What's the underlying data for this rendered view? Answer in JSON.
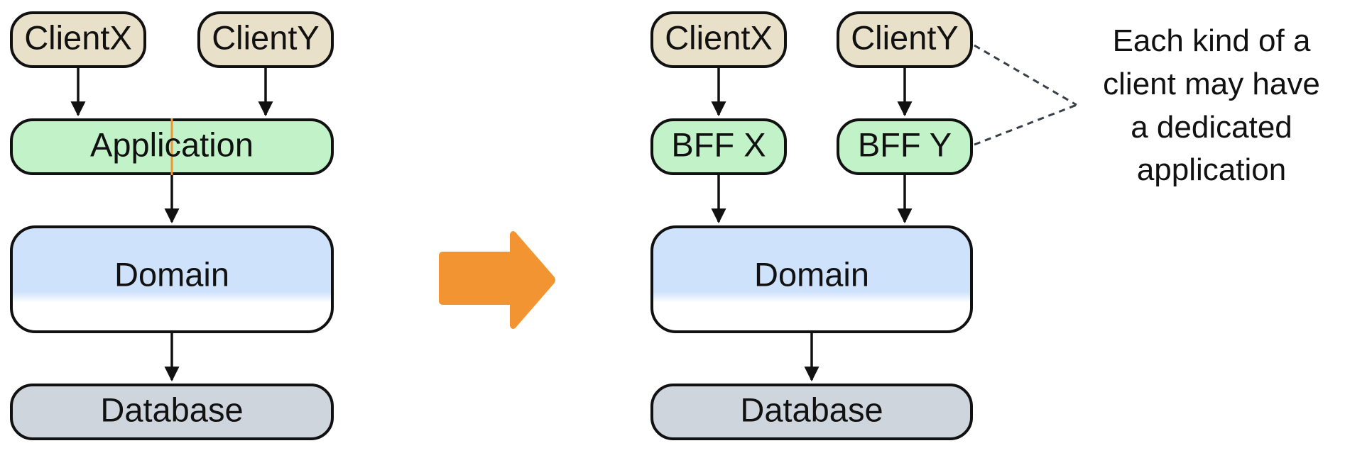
{
  "left": {
    "client_x": "ClientX",
    "client_y": "ClientY",
    "application": "Application",
    "domain": "Domain",
    "database": "Database"
  },
  "right": {
    "client_x": "ClientX",
    "client_y": "ClientY",
    "bff_x": "BFF X",
    "bff_y": "BFF Y",
    "domain": "Domain",
    "database": "Database"
  },
  "note": {
    "line1": "Each kind of a",
    "line2": "client may have",
    "line3": "a dedicated",
    "line4": "application"
  },
  "colors": {
    "client": "#e8e0c8",
    "application": "#c2f2c8",
    "domain_top": "#cfe2fb",
    "database": "#cfd5dd",
    "arrow": "#f39433",
    "stroke": "#111111",
    "divider": "#f39433"
  }
}
